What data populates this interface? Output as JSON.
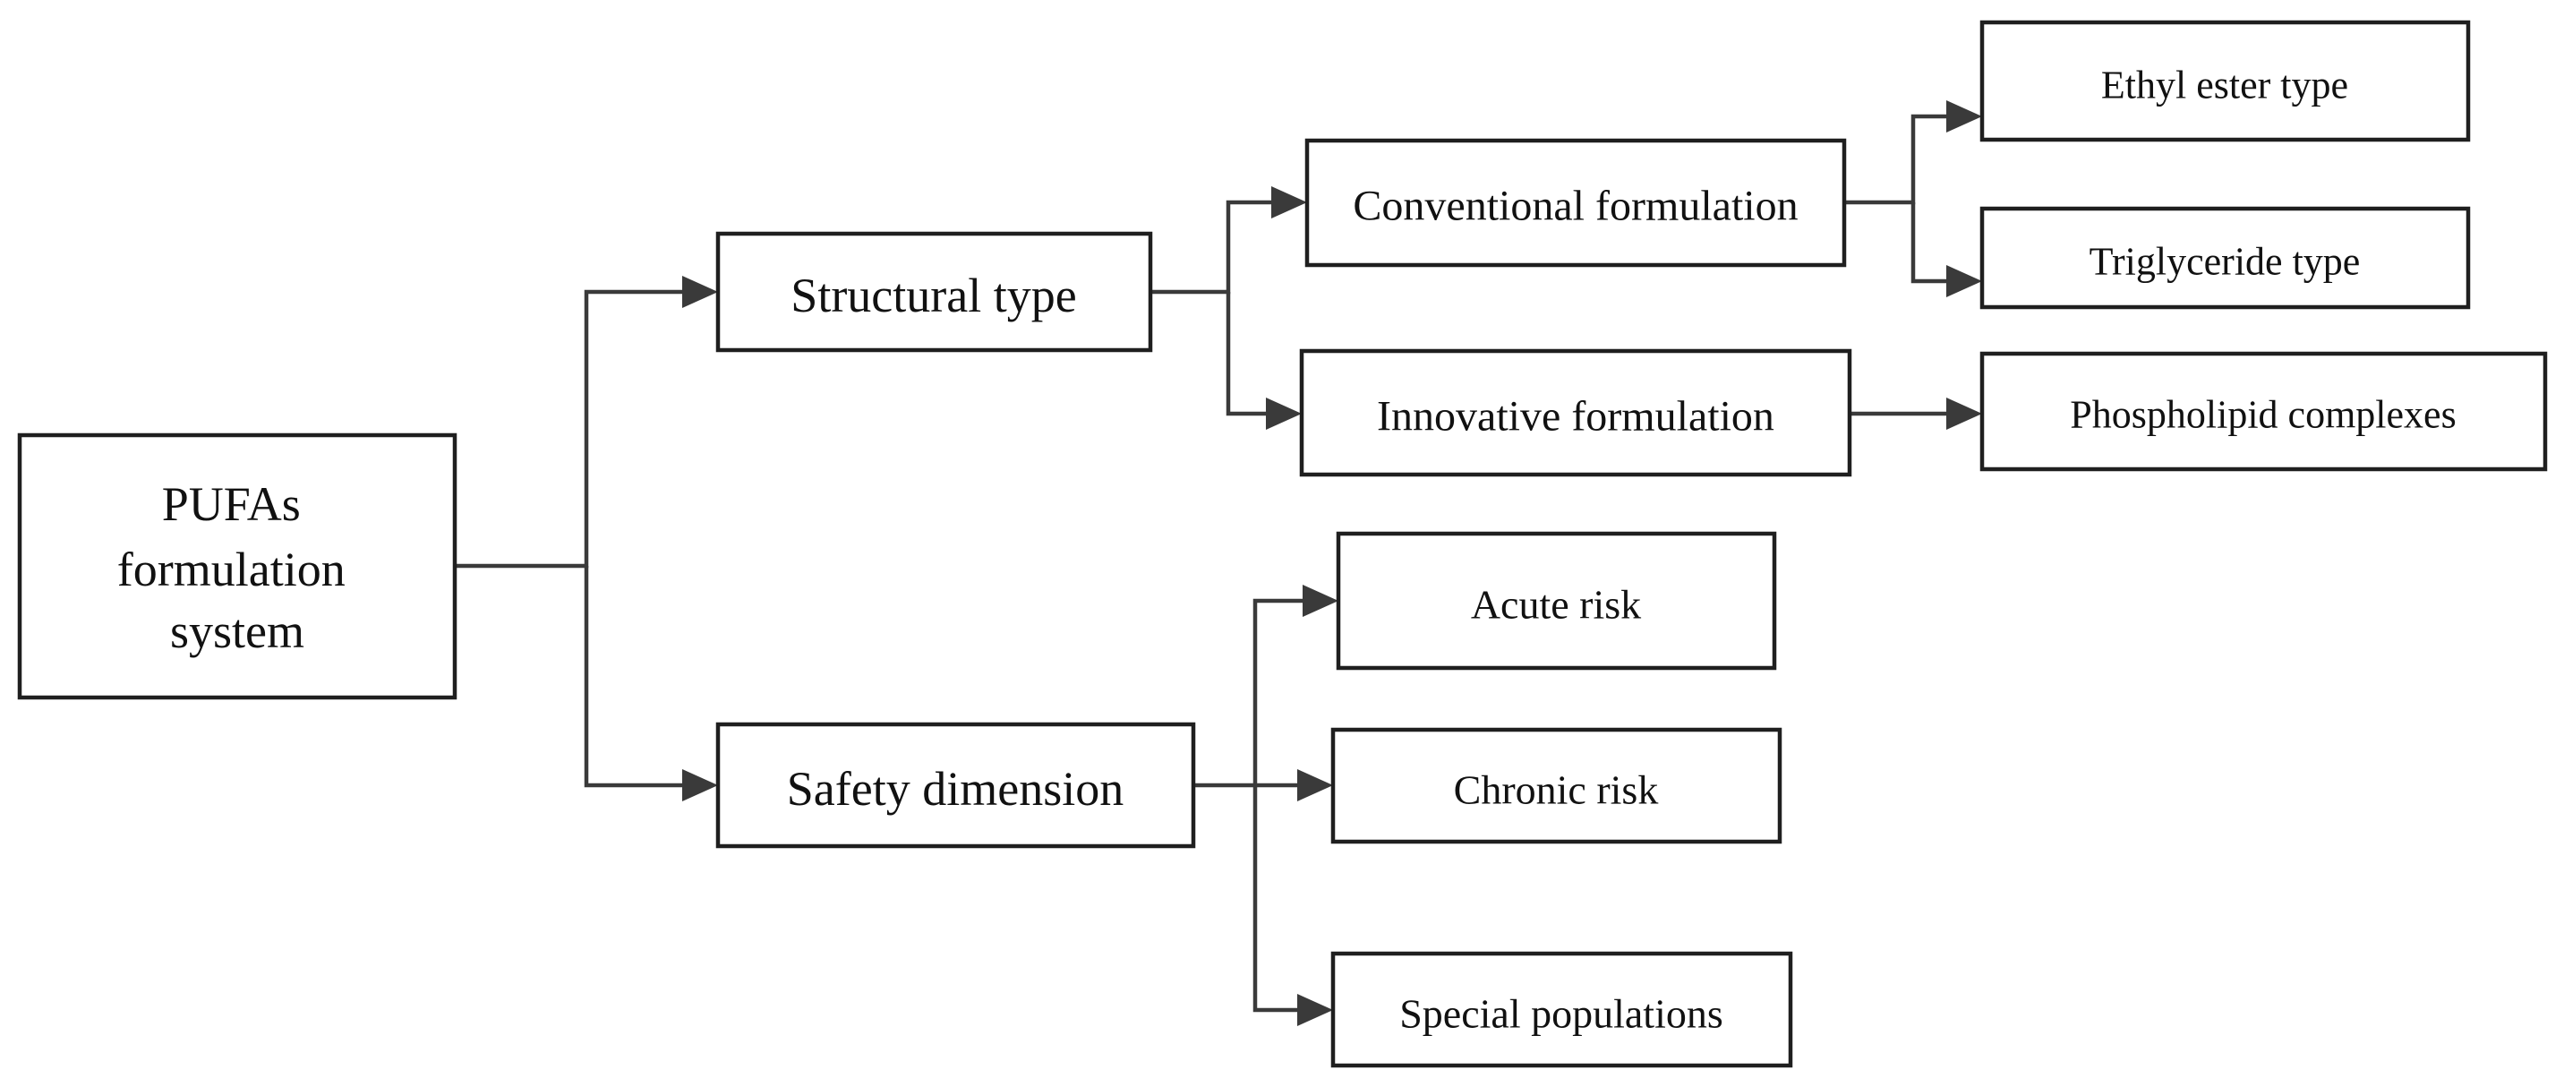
{
  "diagram": {
    "nodes": {
      "root": {
        "lines": [
          "PUFAs",
          "formulation",
          "system"
        ]
      },
      "structural": {
        "label": "Structural type"
      },
      "safety": {
        "label": "Safety dimension"
      },
      "conventional": {
        "label": "Conventional formulation"
      },
      "innovative": {
        "label": "Innovative formulation"
      },
      "ethyl": {
        "label": "Ethyl ester type"
      },
      "triglyceride": {
        "label": "Triglyceride type"
      },
      "phospholipid": {
        "label": "Phospholipid complexes"
      },
      "acute": {
        "label": "Acute risk"
      },
      "chronic": {
        "label": "Chronic risk"
      },
      "special": {
        "label": "Special populations"
      }
    },
    "edges": [
      {
        "from": "root",
        "to": "structural"
      },
      {
        "from": "root",
        "to": "safety"
      },
      {
        "from": "structural",
        "to": "conventional"
      },
      {
        "from": "structural",
        "to": "innovative"
      },
      {
        "from": "conventional",
        "to": "ethyl"
      },
      {
        "from": "conventional",
        "to": "triglyceride"
      },
      {
        "from": "innovative",
        "to": "phospholipid"
      },
      {
        "from": "safety",
        "to": "acute"
      },
      {
        "from": "safety",
        "to": "chronic"
      },
      {
        "from": "safety",
        "to": "special"
      }
    ]
  }
}
